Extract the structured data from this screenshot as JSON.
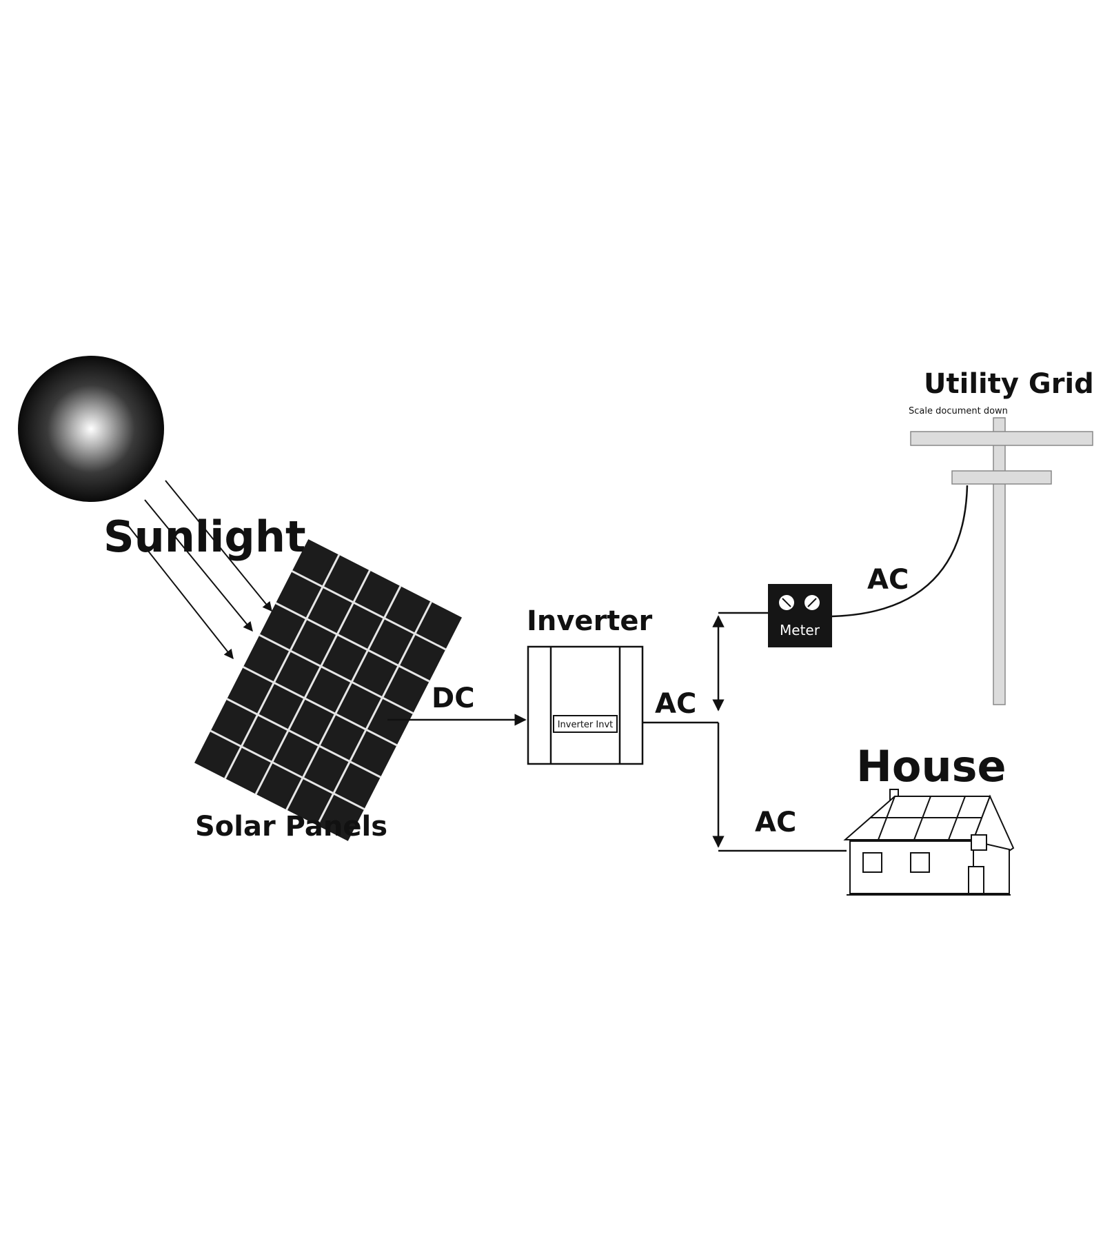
{
  "labels": {
    "sunlight": "Sunlight",
    "solar_panels": "Solar Panels",
    "dc": "DC",
    "inverter": "Inverter",
    "inverter_box": "Inverter Invt",
    "ac_inverter": "AC",
    "meter": "Meter",
    "ac_grid": "AC",
    "utility_grid": "Utility Grid",
    "grid_note": "Scale document down",
    "house": "House",
    "ac_house": "AC"
  },
  "colors": {
    "ink": "#111111",
    "pole": "#dcdcdc",
    "panel": "#1c1c1c",
    "grid_line": "#e6e6e6"
  },
  "icons": [
    "sun-icon",
    "solar-panel-icon",
    "inverter-icon",
    "meter-icon",
    "utility-pole-icon",
    "house-icon"
  ]
}
